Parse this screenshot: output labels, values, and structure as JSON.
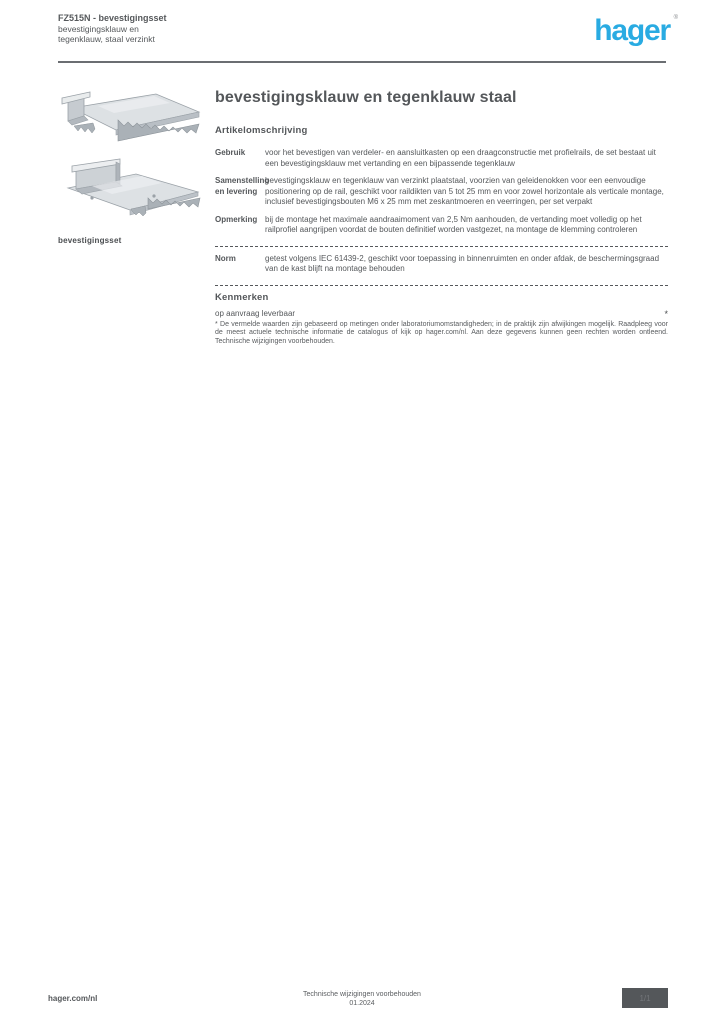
{
  "header": {
    "line1": "FZ515N - bevestigingsset",
    "line2": "bevestigingsklauw en",
    "line3": "tegenklauw, staal verzinkt"
  },
  "logo": {
    "text": "hager",
    "registered": "®",
    "brand_color": "#29abe2"
  },
  "product_panel": {
    "caption": "bevestigingsset"
  },
  "main": {
    "title": "bevestigingsklauw en tegenklauw staal",
    "section1_heading": "Artikelomschrijving",
    "rows": [
      {
        "label": "Gebruik",
        "value": "voor het bevestigen van verdeler- en aansluitkasten op een draagconstructie met profielrails, de set bestaat uit een bevestigingsklauw met vertanding en een bijpassende tegenklauw"
      },
      {
        "label": "Samenstelling en levering",
        "value": "bevestigingsklauw en tegenklauw van verzinkt plaatstaal, voorzien van geleidenokken voor een eenvoudige positionering op de rail, geschikt voor raildikten van 5 tot 25 mm en voor zowel horizontale als verticale montage, inclusief bevestigingsbouten M6 x 25 mm met zeskantmoeren en veerringen, per set verpakt"
      },
      {
        "label": "Opmerking",
        "value": "bij de montage het maximale aandraaimoment van 2,5 Nm aanhouden, de vertanding moet volledig op het railprofiel aangrijpen voordat de bouten definitief worden vastgezet, na montage de klemming controleren"
      },
      {
        "label": "Norm",
        "value": "getest volgens IEC 61439-2, geschikt voor toepassing in binnenruimten en onder afdak, de beschermingsgraad van de kast blijft na montage behouden"
      }
    ],
    "section2_heading": "Kenmerken",
    "availability": "op aanvraag leverbaar",
    "availability_mark": "*",
    "footnote": "* De vermelde waarden zijn gebaseerd op metingen onder laboratoriumomstandigheden; in de praktijk zijn afwijkingen mogelijk. Raadpleeg voor de meest actuele technische informatie de catalogus of kijk op hager.com/nl. Aan deze gegevens kunnen geen rechten worden ontleend. Technische wijzigingen voorbehouden."
  },
  "footer": {
    "site": "hager.com/nl",
    "center_line1": "Technische wijzigingen voorbehouden",
    "center_line2": "01.2024",
    "page_badge": "1/1"
  }
}
